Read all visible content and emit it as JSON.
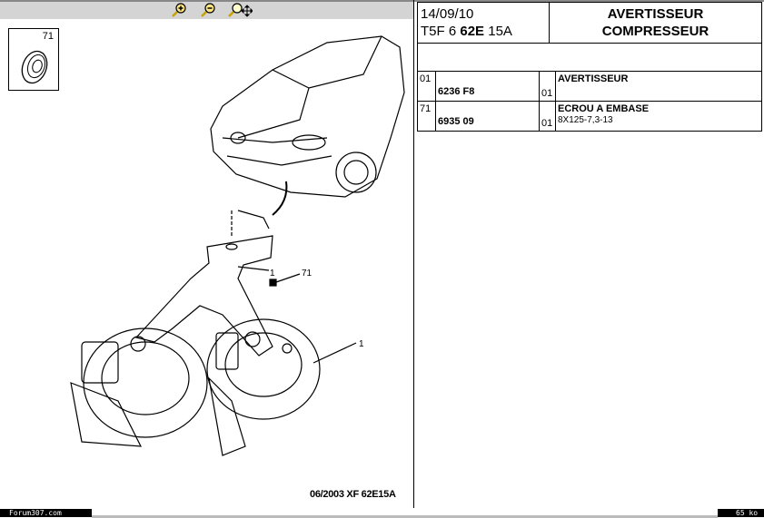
{
  "toolbar": {
    "zoom_in": "zoom-in",
    "zoom_out": "zoom-out",
    "pan": "zoom-pan"
  },
  "diagram": {
    "thumbnail_label": "71",
    "callout_1": "1",
    "callout_71": "71",
    "footer_ref": "06/2003  XF 62E15A"
  },
  "header": {
    "date": "14/09/10",
    "code_prefix": "T5F 6 ",
    "code_bold": "62E",
    "code_suffix": " 15A",
    "title_line1": "AVERTISSEUR",
    "title_line2": "COMPRESSEUR"
  },
  "parts": [
    {
      "index": "01",
      "reference": "6236 F8",
      "quantity": "01",
      "name": "AVERTISSEUR",
      "spec": ""
    },
    {
      "index": "71",
      "reference": "6935 09",
      "quantity": "01",
      "name": "ECROU A EMBASE",
      "spec": "8X125-7,3-13"
    }
  ],
  "status": {
    "site": "Forum307.com",
    "size": "65 ko"
  }
}
